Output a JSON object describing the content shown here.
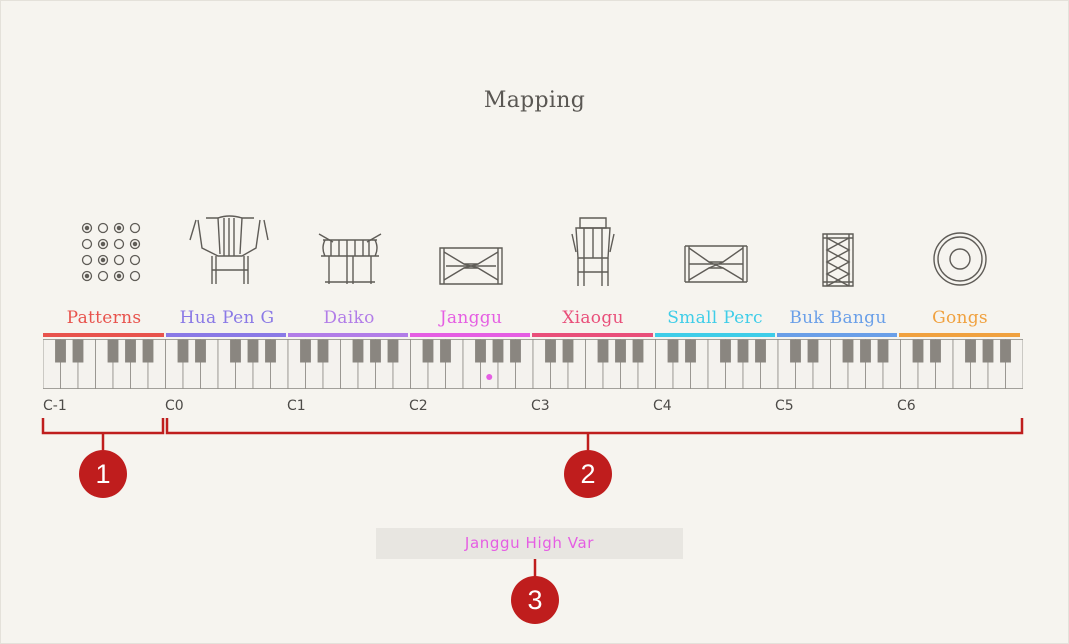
{
  "title": "Mapping",
  "instruments": [
    {
      "label": "Patterns",
      "color": "#e8534d",
      "icon": "patterns-icon"
    },
    {
      "label": "Hua Pen G",
      "color": "#8a79e6",
      "icon": "hua-pen-drum-icon"
    },
    {
      "label": "Daiko",
      "color": "#b27de8",
      "icon": "daiko-drum-icon"
    },
    {
      "label": "Janggu",
      "color": "#e55ee3",
      "icon": "janggu-drum-icon"
    },
    {
      "label": "Xiaogu",
      "color": "#e94f7a",
      "icon": "xiaogu-drum-icon"
    },
    {
      "label": "Small Perc",
      "color": "#3fcde8",
      "icon": "small-perc-icon"
    },
    {
      "label": "Buk Bangu",
      "color": "#6a9fe8",
      "icon": "buk-bangu-icon"
    },
    {
      "label": "Gongs",
      "color": "#f0a13f",
      "icon": "gong-icon"
    }
  ],
  "octaves": [
    "C-1",
    "C0",
    "C1",
    "C2",
    "C3",
    "C4",
    "C5",
    "C6"
  ],
  "callouts": [
    "1",
    "2",
    "3"
  ],
  "active_key": "Janggu",
  "status": "Janggu High Var",
  "colors": {
    "bracket": "#bf1d1d",
    "callout": "#bf1d1d",
    "active_dot": "#e55ee3",
    "icon_stroke": "#5f5c57"
  }
}
